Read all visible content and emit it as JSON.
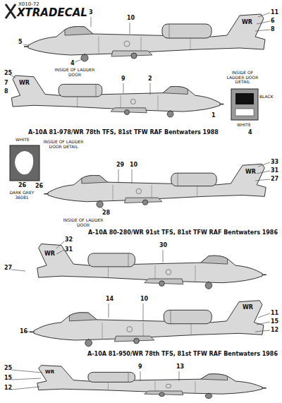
{
  "diagram": {
    "labels": [
      "X010-72",
      "XTRADECAL",
      "3",
      "10",
      "11",
      "6",
      "8",
      "5",
      "4",
      "INSIDE OF LADDER DOOR",
      "WR",
      "25",
      "7",
      "8",
      "9",
      "2",
      "1",
      "WR",
      "INSIDE OF LADDER DOOR DETAIL",
      "BLACK",
      "WHITE",
      "4",
      "A-10A 81-978/WR 78th TFS, 81st TFW RAF Bentwaters 1988",
      "WHITE",
      "INSIDE OF LADDER DOOR DETAIL",
      "26",
      "DARK GREY 36081",
      "29",
      "10",
      "33",
      "31",
      "27",
      "26",
      "WR",
      "28",
      "INSIDE OF LADDER DOOR",
      "A-10A 80-280/WR 91st TFS, 81st TFW RAF Bentwaters 1986",
      "32",
      "31",
      "27",
      "30",
      "WR",
      "14",
      "10",
      "11",
      "15",
      "12",
      "16",
      "WR",
      "A-10A 81-950/WR 78th TFS, 81st TFW RAF Bentwaters 1986",
      "25",
      "15",
      "12",
      "9",
      "13",
      "WR"
    ]
  }
}
